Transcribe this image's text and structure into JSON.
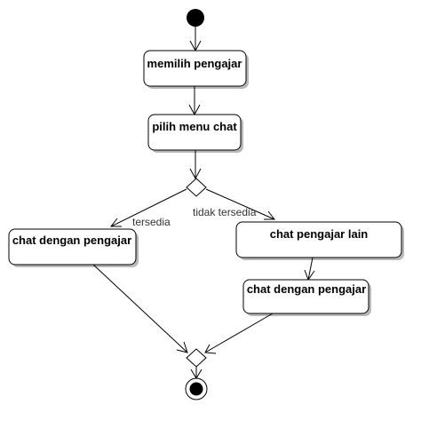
{
  "diagram": {
    "type": "activity",
    "colors": {
      "line": "#000000",
      "fill": "#ffffff",
      "shadow": "#b8b8b8",
      "edge_label": "#333333"
    },
    "nodes": {
      "start": "initial-node",
      "memilih": "memilih pengajar",
      "pilih_menu": "pilih menu chat",
      "decision": "decision-node",
      "chat_left": "chat dengan pengajar",
      "chat_lain": "chat pengajar lain",
      "chat_right": "chat dengan pengajar",
      "merge": "merge-node",
      "end": "final-node"
    },
    "edge_labels": {
      "tersedia": "tersedia",
      "tidak_tersedia": "tidak tersedia"
    }
  }
}
